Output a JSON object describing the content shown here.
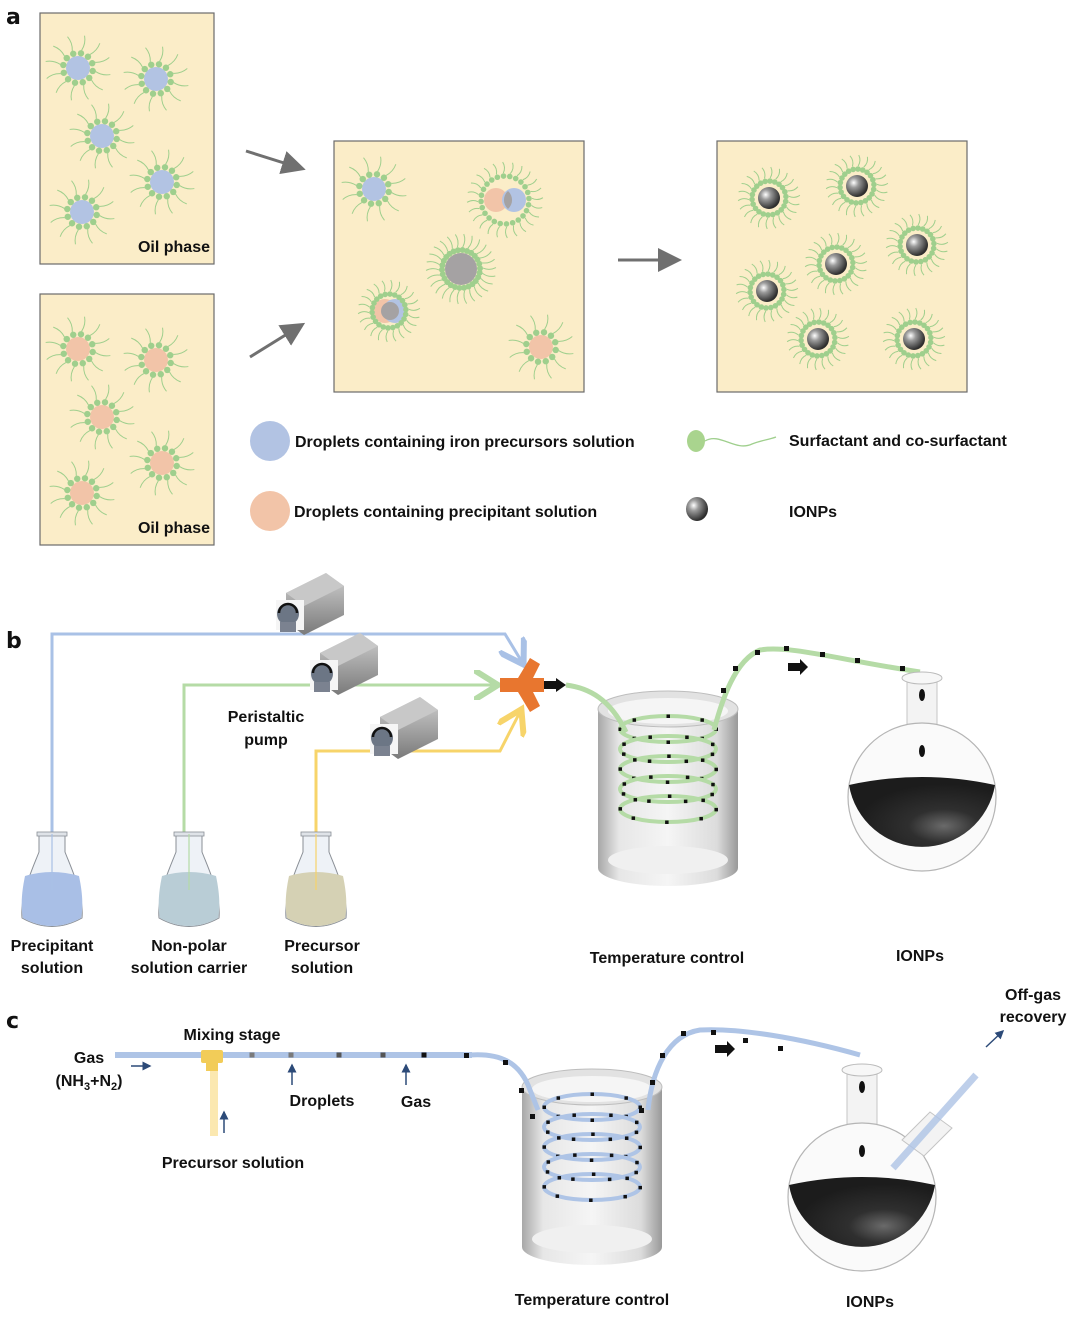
{
  "panels": {
    "a": {
      "letter": "a",
      "oil_phase_top": "Oil phase",
      "oil_phase_bottom": "Oil phase",
      "legend": {
        "iron_droplet": "Droplets containing iron precursors solution",
        "precipitant_droplet": "Droplets containing precipitant solution",
        "surfactant": "Surfactant and co-surfactant",
        "ionps": "IONPs"
      }
    },
    "b": {
      "letter": "b",
      "pump_label_1": "Peristaltic",
      "pump_label_2": "pump",
      "flasks": [
        {
          "line1": "Precipitant",
          "line2": "solution"
        },
        {
          "line1": "Non-polar",
          "line2": "solution carrier"
        },
        {
          "line1": "Precursor",
          "line2": "solution"
        }
      ],
      "temperature_control": "Temperature control",
      "ionps": "IONPs"
    },
    "c": {
      "letter": "c",
      "mixing_stage": "Mixing stage",
      "gas": "Gas",
      "gas_formula_open": "(NH",
      "gas_sub1": "3",
      "gas_plus": "+N",
      "gas_sub2": "2",
      "gas_close": ")",
      "droplets": "Droplets",
      "gas_label": "Gas",
      "precursor_solution": "Precursor solution",
      "temperature_control": "Temperature control",
      "ionps": "IONPs",
      "offgas_1": "Off-gas",
      "offgas_2": "recovery"
    }
  },
  "colors": {
    "oil": "#fbedc8",
    "iron_droplet": "#b2c3e3",
    "precipitant_droplet": "#f2c4a8",
    "surfactant": "#9fcf8d",
    "mixed_core": "#a5a2a3",
    "blue_line": "#a9c1e6",
    "green_line": "#b5dba6",
    "yellow_line": "#f7d46a",
    "connector": "#e8762f",
    "gas_tube": "#aec4e6"
  }
}
